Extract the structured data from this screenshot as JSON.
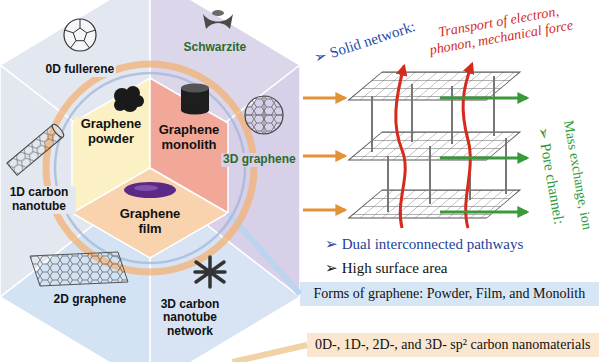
{
  "diagram": {
    "nodes": [
      {
        "text": [
          "0D fullerene"
        ]
      },
      {
        "text": [
          "Schwarzite"
        ]
      },
      {
        "text": [
          "3D graphene"
        ]
      },
      {
        "text": [
          "3D carbon nanotube network"
        ]
      },
      {
        "text": [
          "2D graphene"
        ]
      },
      {
        "text": [
          "1D carbon nanotube"
        ]
      },
      {
        "text": [
          "Graphene powder"
        ]
      },
      {
        "text": [
          "Graphene monolith"
        ]
      },
      {
        "text": [
          "Graphene film"
        ]
      },
      {
        "text": [
          "Forms of graphene: Powder, Film, and Monolith"
        ]
      },
      {
        "text": [
          "0D-, 1D-, 2D-, and 3D- sp² carbon nanomaterials"
        ]
      }
    ],
    "edges": [
      {
        "from": 8,
        "to": 9,
        "arrow": "none"
      },
      {
        "from": 3,
        "to": 10,
        "arrow": "none"
      }
    ],
    "labels": [
      "➢ Solid network:",
      "Transport of electron, phonon, mechanical force",
      "➢ Pore channel:",
      "Mass exchange, ion",
      "➢ Dual interconnected pathways",
      "➢ High surface area"
    ]
  }
}
